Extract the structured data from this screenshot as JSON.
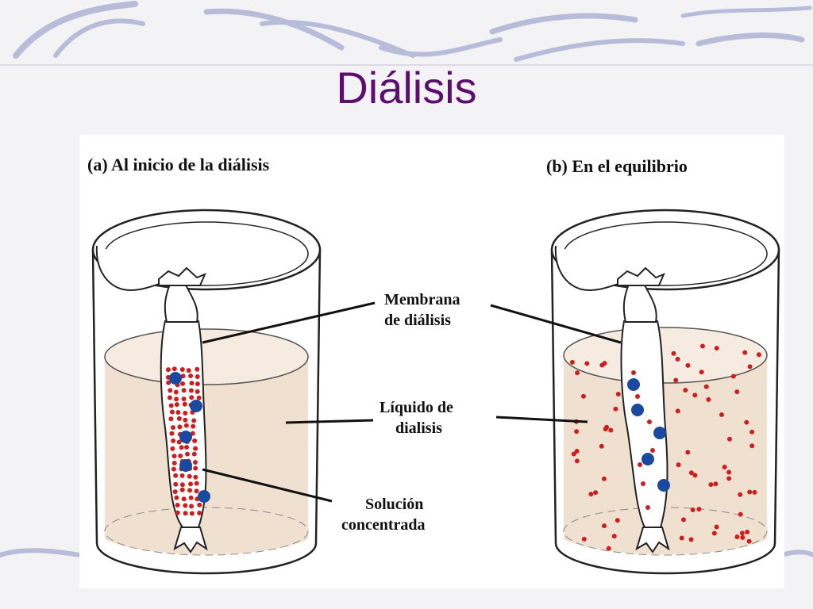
{
  "slide": {
    "title": "Diálisis"
  },
  "diagram": {
    "panel_a_caption": "(a) Al inicio de la diálisis",
    "panel_b_caption": "(b) En el equilibrio",
    "labels": {
      "membrane_line1": "Membrana",
      "membrane_line2": "de  diálisis",
      "liquid_line1": "Líquido de",
      "liquid_line2": "dialisis",
      "solution_line1": "Solución",
      "solution_line2": "concentrada"
    }
  },
  "colors": {
    "title": "#5c0f6e",
    "liquid": "#f0e0d0",
    "small_particle": "#cc1f1f",
    "large_particle": "#1a4aa0",
    "background_swirl": "#b8bcd8"
  }
}
